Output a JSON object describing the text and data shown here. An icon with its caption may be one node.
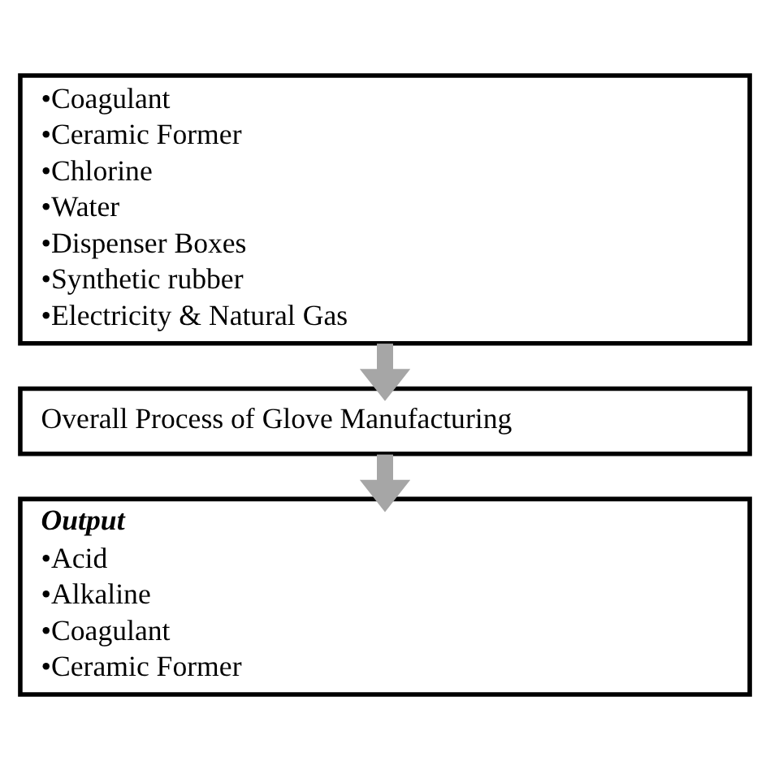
{
  "diagram": {
    "nodes": [
      {
        "text": [
          "•Coagulant",
          "•Ceramic Former",
          "•Chlorine",
          "•Water",
          "•Dispenser Boxes",
          "•Synthetic rubber",
          "•Electricity & Natural Gas"
        ]
      },
      {
        "text": [
          "Overall Process of Glove Manufacturing"
        ]
      },
      {
        "text": [
          "Output",
          "•Acid",
          "•Alkaline",
          "•Coagulant",
          "•Ceramic Former"
        ]
      }
    ],
    "edges": [
      {
        "from": 0,
        "to": 1,
        "arrow": "to"
      },
      {
        "from": 1,
        "to": 2,
        "arrow": "to"
      }
    ]
  }
}
